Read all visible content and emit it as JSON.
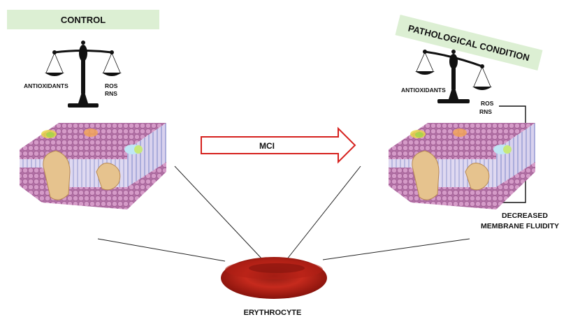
{
  "control": {
    "title": "CONTROL",
    "left_label": "ANTIOXIDANTS",
    "right_label_1": "ROS",
    "right_label_2": "RNS"
  },
  "pathological": {
    "title": "PATHOLOGICAL CONDITION",
    "left_label": "ANTIOXIDANTS",
    "right_label_1": "ROS",
    "right_label_2": "RNS"
  },
  "arrow": {
    "label": "MCI"
  },
  "outcome": {
    "line1": "DECREASED",
    "line2": "MEMBRANE FLUIDITY"
  },
  "cell": {
    "label": "ERYTHROCYTE"
  },
  "colors": {
    "banner": "#dcefd3",
    "arrow_stroke": "#d6211e",
    "lipid": "#c97fb6",
    "rbc": "#c01e14",
    "protein": "#e6c38e"
  }
}
